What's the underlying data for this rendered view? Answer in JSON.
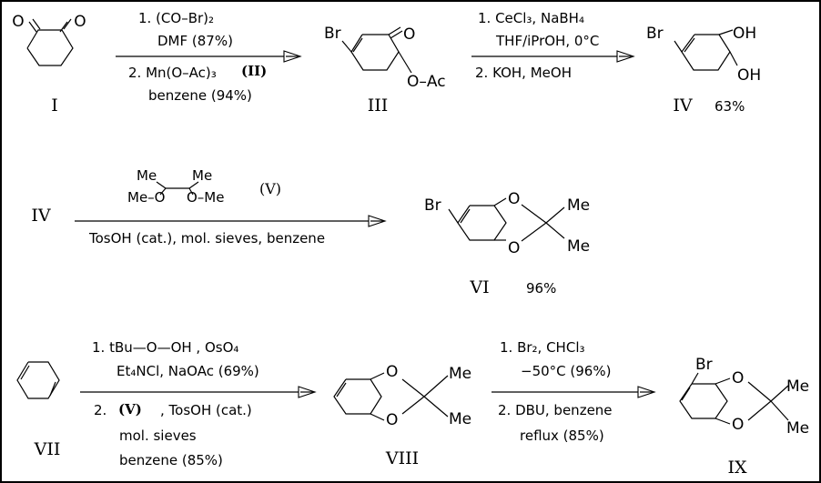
{
  "scheme": {
    "compounds": {
      "I": {
        "label": "I",
        "atoms": [
          "O",
          "O"
        ]
      },
      "III": {
        "label": "III",
        "atoms": [
          "Br",
          "O",
          "O–Ac"
        ]
      },
      "IV": {
        "label": "IV",
        "yield": "63%",
        "atoms": [
          "Br",
          "OH",
          "OH"
        ]
      },
      "IV_ref": {
        "label": "IV"
      },
      "V": {
        "label": "(V)",
        "atoms": [
          "Me",
          "Me",
          "Me–O",
          "O–Me"
        ]
      },
      "VI": {
        "label": "VI",
        "yield": "96%",
        "atoms": [
          "Br",
          "O",
          "O",
          "Me",
          "Me"
        ]
      },
      "VII": {
        "label": "VII"
      },
      "VIII": {
        "label": "VIII",
        "atoms": [
          "O",
          "O",
          "Me",
          "Me"
        ]
      },
      "IX": {
        "label": "IX",
        "atoms": [
          "Br",
          "O",
          "O",
          "Me",
          "Me"
        ]
      }
    },
    "arrows": [
      {
        "above": [
          "1. (CO–Br)₂",
          "DMF      (87%)"
        ],
        "below": [
          "2. Mn(O–Ac)₃",
          "(II)",
          "benzene    (94%)"
        ]
      },
      {
        "above": [
          "1. CeCl₃, NaBH₄",
          "THF/iPrOH,  0°C"
        ],
        "below": [
          "2. KOH,  MeOH"
        ]
      },
      {
        "above": [],
        "below": [
          "TosOH (cat.),  mol. sieves,  benzene"
        ]
      },
      {
        "above": [
          "1.  tBu—O—OH  , OsO₄",
          "Et₄NCl, NaOAc    (69%)"
        ],
        "below": [
          "2.",
          "(V)",
          ", TosOH (cat.)",
          "mol. sieves",
          "benzene   (85%)"
        ]
      },
      {
        "above": [
          "1. Br₂, CHCl₃",
          "−50°C   (96%)"
        ],
        "below": [
          "2. DBU,  benzene",
          "reflux    (85%)"
        ]
      }
    ]
  }
}
